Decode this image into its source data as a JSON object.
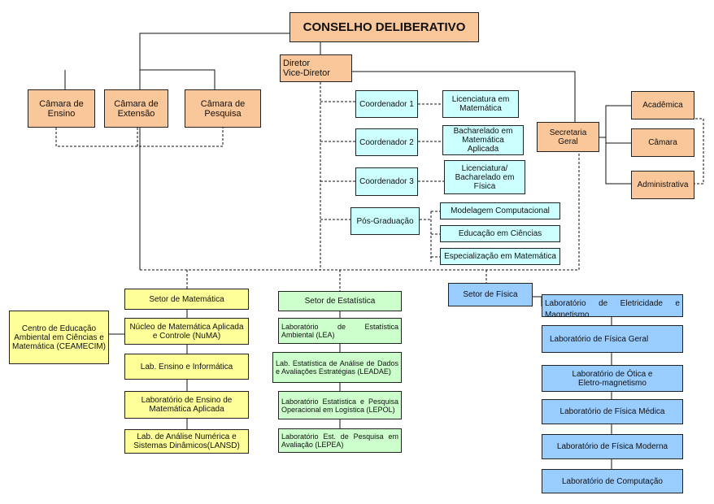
{
  "council": "CONSELHO DELIBERATIVO",
  "direction": {
    "line1": "Diretor",
    "line2": "Vice-Diretor"
  },
  "chambers": [
    "Câmara de Ensino",
    "Câmara de Extensão",
    "Câmara de Pesquisa"
  ],
  "coordinators": [
    {
      "label": "Coordenador 1",
      "course": "Licenciatura em Matemática"
    },
    {
      "label": "Coordenador 2",
      "course": "Bacharelado em Matemática Aplicada"
    },
    {
      "label": "Coordenador 3",
      "course": "Licenciatura/ Bacharelado em Física"
    }
  ],
  "graduate": {
    "label": "Pós-Graduação",
    "programs": [
      "Modelagem Computacional",
      "Educação em Ciências",
      "Especialização em Matemática"
    ]
  },
  "secretariat": {
    "label": "Secretaria Geral",
    "units": [
      "Acadêmica",
      "Câmara",
      "Administrativa"
    ]
  },
  "math_sector": {
    "label": "Setor de Matemática",
    "ceamecim": "Centro de Educação Ambiental em Ciências e Matemática (CEAMECIM)",
    "labs": [
      "Núcleo de Matemática Aplicada e Controle (NuMA)",
      "Lab. Ensino e Informática",
      "Laboratório de Ensino de Matemática Aplicada",
      "Lab. de Análise Numérica e Sistemas Dinâmicos(LANSD)"
    ]
  },
  "stat_sector": {
    "label": "Setor de Estatística",
    "labs": [
      "Laboratório de Estatística Ambiental (LEA)",
      "Lab. Estatística de Análise de Dados e Avaliações Estratégias (LEADAE)",
      "Laboratório Estatística e Pesquisa Operacional em Logística (LEPOL)",
      "Laboratório Est. de Pesquisa em Avaliação (LEPEA)"
    ]
  },
  "physics_sector": {
    "label": "Setor de Física",
    "labs": [
      "Laboratório de Eletricidade e Magnetismo",
      "Laboratório de Física Geral",
      "Laboratório de Ótica e Eletro-magnetismo",
      "Laboratório de Física Médica",
      "Laboratório de Física Moderna",
      "Laboratório de Computação"
    ]
  },
  "colors": {
    "council": "#f9c799",
    "course": "#ccffff",
    "math": "#ffff99",
    "stat": "#ccffcc",
    "physics": "#99ccff"
  }
}
